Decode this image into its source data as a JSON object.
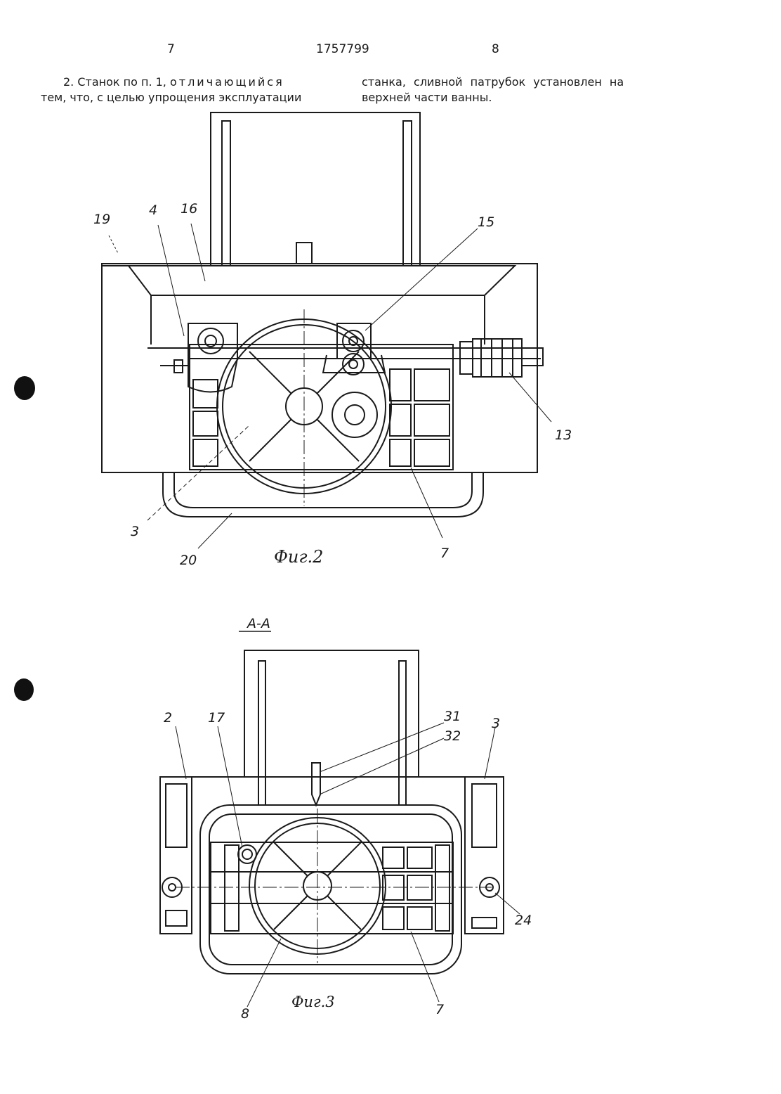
{
  "header": {
    "page_left": "7",
    "patent_number": "1757799",
    "page_right": "8"
  },
  "text": {
    "left_line1_a": "2. Станок по п. 1, ",
    "left_line1_b": "отличающийся",
    "left_line2": "тем, что, с целью упрощения эксплуатации",
    "right_line1": "станка, сливной патрубок установлен на",
    "right_line2": "верхней части ванны."
  },
  "figure2": {
    "caption": "Фиг.2",
    "labels": {
      "l19": "19",
      "l4": "4",
      "l16": "16",
      "l15": "15",
      "l13": "13",
      "l3": "3",
      "l20": "20",
      "l7": "7"
    }
  },
  "section": {
    "title": "А-А"
  },
  "figure3": {
    "caption": "Фиг.3",
    "labels": {
      "l2": "2",
      "l17": "17",
      "l31": "31",
      "l32": "32",
      "l3": "3",
      "l24": "24",
      "l8": "8",
      "l7": "7"
    }
  }
}
